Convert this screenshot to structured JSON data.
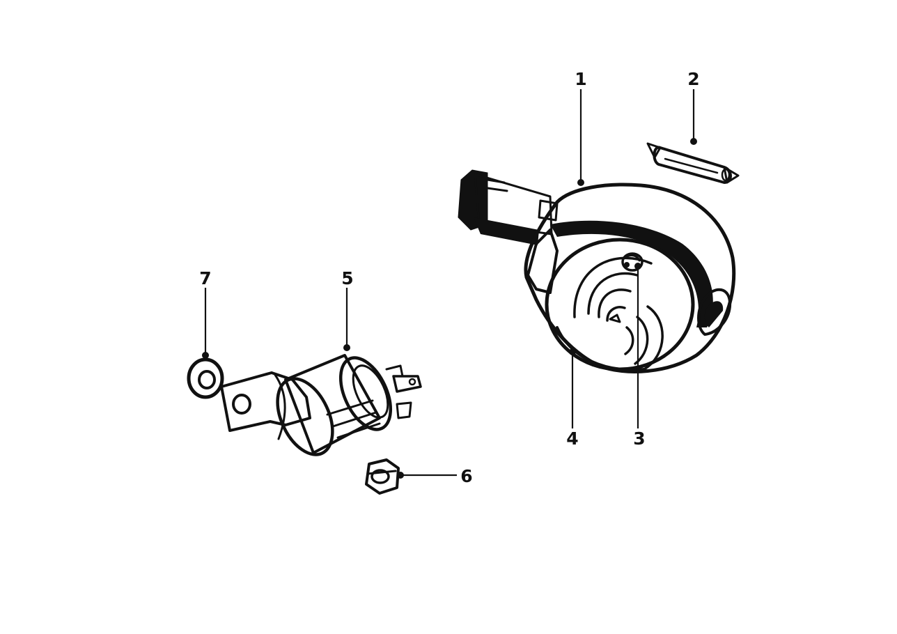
{
  "colors": {
    "background": "#ffffff",
    "ink": "#111111"
  },
  "callouts": [
    {
      "number": "1",
      "part": "turn-signal-housing"
    },
    {
      "number": "2",
      "part": "bulb"
    },
    {
      "number": "3",
      "part": "lens-screw"
    },
    {
      "number": "4",
      "part": "lens"
    },
    {
      "number": "5",
      "part": "flasher-relay"
    },
    {
      "number": "6",
      "part": "hex-nut"
    },
    {
      "number": "7",
      "part": "washer"
    }
  ]
}
